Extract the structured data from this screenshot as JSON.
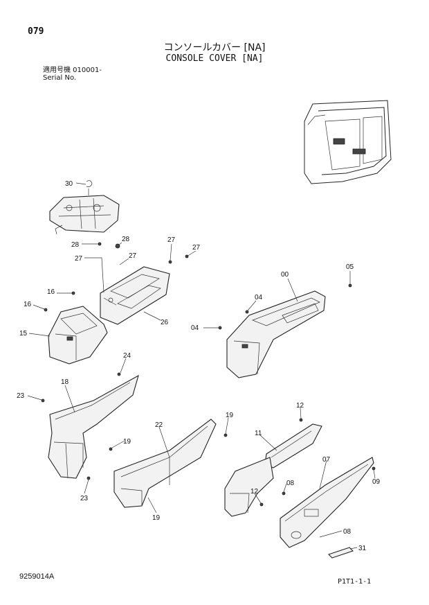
{
  "header": {
    "page_number": "079",
    "title_jp": "コンソールカバー [NA]",
    "title_en": "CONSOLE COVER [NA]",
    "serial_jp": "適用号機  010001-",
    "serial_en": "Serial No."
  },
  "footer": {
    "doc_number": "9259014A",
    "page_ref": "P1T1-1-1"
  },
  "callouts": {
    "c30": "30",
    "c28a": "28",
    "c28b": "28",
    "c27a": "27",
    "c27b": "27",
    "c27c": "27",
    "c27d": "27",
    "c16a": "16",
    "c16b": "16",
    "c15": "15",
    "c26": "26",
    "c00": "00",
    "c05": "05",
    "c04a": "04",
    "c04b": "04",
    "c24": "24",
    "c18": "18",
    "c23a": "23",
    "c23b": "23",
    "c22": "22",
    "c19a": "19",
    "c19b": "19",
    "c19c": "19",
    "c12a": "12",
    "c12b": "12",
    "c11": "11",
    "c07": "07",
    "c08a": "08",
    "c08b": "08",
    "c09": "09",
    "c31": "31"
  }
}
